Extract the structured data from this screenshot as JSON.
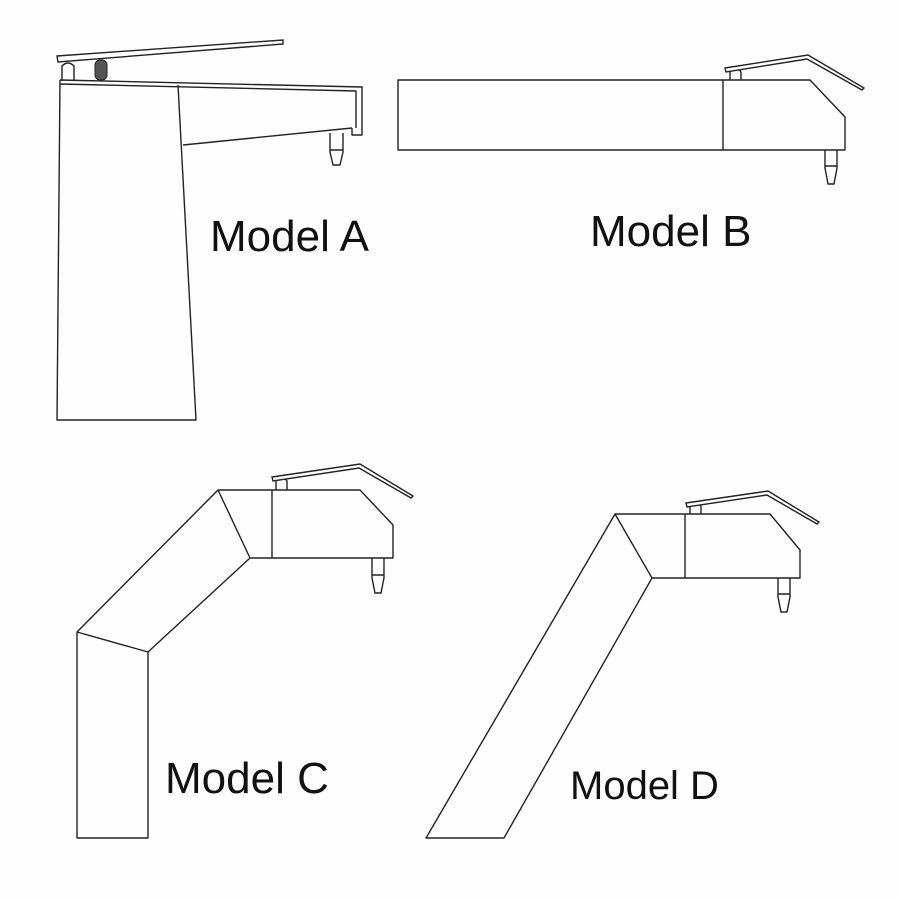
{
  "models": [
    {
      "id": "A",
      "label": "Model A"
    },
    {
      "id": "B",
      "label": "Model B"
    },
    {
      "id": "C",
      "label": "Model C"
    },
    {
      "id": "D",
      "label": "Model D"
    }
  ],
  "colors": {
    "line": "#222222",
    "background": "#fefefe",
    "knob": "#555555"
  }
}
